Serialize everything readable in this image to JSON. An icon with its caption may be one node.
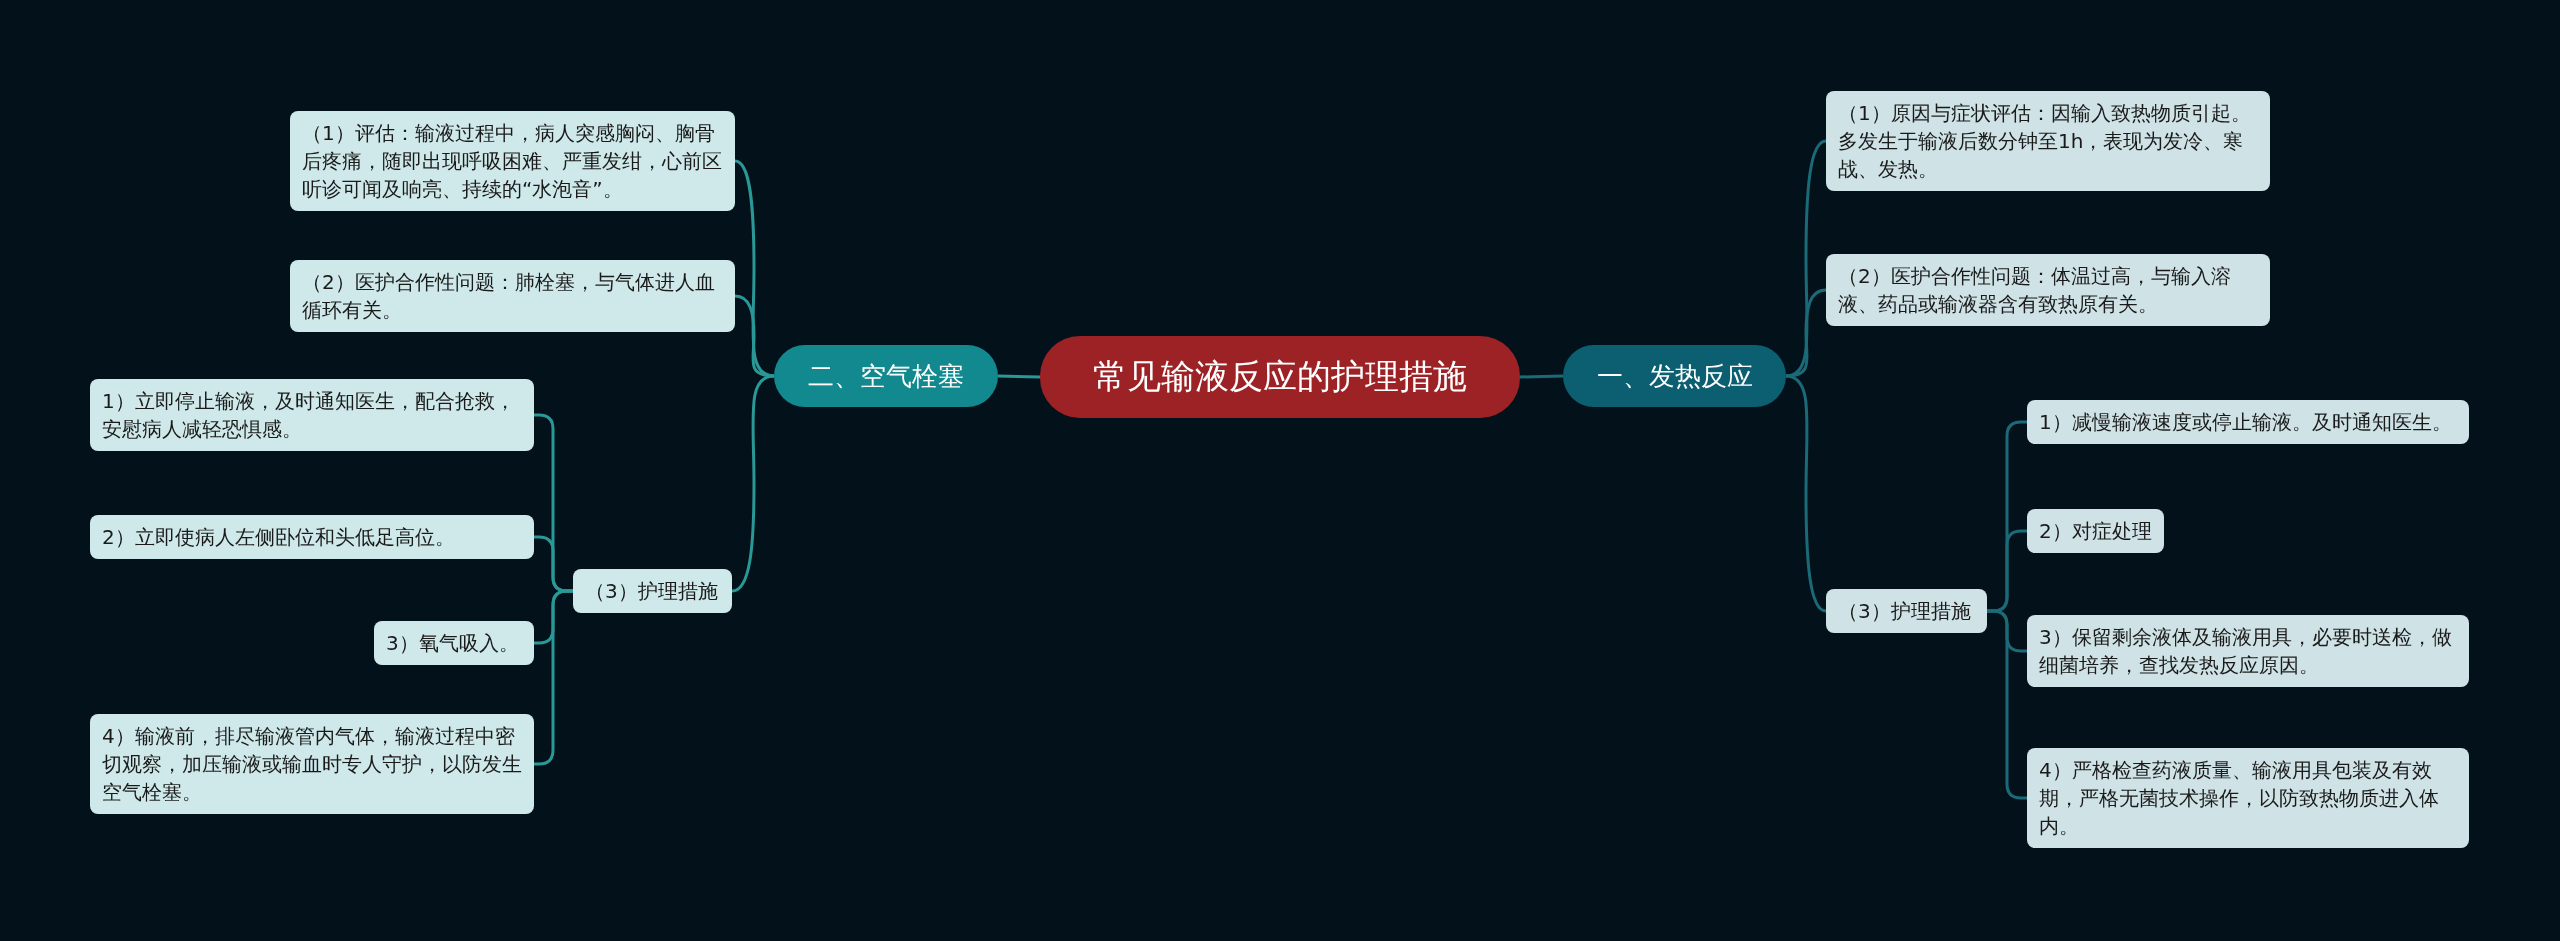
{
  "diagram": {
    "nodes": [
      {
        "text": [
          "常见输液反应的护理措施"
        ]
      },
      {
        "text": [
          "一、发热反应"
        ]
      },
      {
        "text": [
          "（1）原因与症状评估：因输入致热物质引起。多发生于输液后数分钟至1h，表现为发冷、寒战、发热。"
        ]
      },
      {
        "text": [
          "（2）医护合作性问题：体温过高，与输入溶液、药品或输液器含有致热原有关。"
        ]
      },
      {
        "text": [
          "（3）护理措施"
        ]
      },
      {
        "text": [
          "1）减慢输液速度或停止输液。及时通知医生。"
        ]
      },
      {
        "text": [
          "2）对症处理"
        ]
      },
      {
        "text": [
          "3）保留剩余液体及输液用具，必要时送检，做细菌培养，查找发热反应原因。"
        ]
      },
      {
        "text": [
          "4）严格检查药液质量、输液用具包装及有效期，严格无菌技术操作，以防致热物质进入体内。"
        ]
      },
      {
        "text": [
          "二、空气栓塞"
        ]
      },
      {
        "text": [
          "（1）评估：输液过程中，病人突感胸闷、胸骨后疼痛，随即出现呼吸困难、严重发绀，心前区听诊可闻及响亮、持续的“水泡音”。"
        ]
      },
      {
        "text": [
          "（2）医护合作性问题：肺栓塞，与气体进人血循环有关。"
        ]
      },
      {
        "text": [
          "（3）护理措施"
        ]
      },
      {
        "text": [
          "1）立即停止输液，及时通知医生，配合抢救，安慰病人减轻恐惧感。"
        ]
      },
      {
        "text": [
          "2）立即使病人左侧卧位和头低足高位。"
        ]
      },
      {
        "text": [
          "3）氧气吸入。"
        ]
      },
      {
        "text": [
          "4）输液前，排尽输液管内气体，输液过程中密切观察，加压输液或输血时专人守护，以防发生空气栓塞。"
        ]
      }
    ],
    "edges": [
      {
        "from": 0,
        "to": 1,
        "arrow": "none"
      },
      {
        "from": 1,
        "to": 2,
        "arrow": "none"
      },
      {
        "from": 1,
        "to": 3,
        "arrow": "none"
      },
      {
        "from": 1,
        "to": 4,
        "arrow": "none"
      },
      {
        "from": 4,
        "to": 5,
        "arrow": "none"
      },
      {
        "from": 4,
        "to": 6,
        "arrow": "none"
      },
      {
        "from": 4,
        "to": 7,
        "arrow": "none"
      },
      {
        "from": 4,
        "to": 8,
        "arrow": "none"
      },
      {
        "from": 0,
        "to": 9,
        "arrow": "none"
      },
      {
        "from": 9,
        "to": 10,
        "arrow": "none"
      },
      {
        "from": 9,
        "to": 11,
        "arrow": "none"
      },
      {
        "from": 9,
        "to": 12,
        "arrow": "none"
      },
      {
        "from": 12,
        "to": 13,
        "arrow": "none"
      },
      {
        "from": 12,
        "to": 14,
        "arrow": "none"
      },
      {
        "from": 12,
        "to": 15,
        "arrow": "none"
      },
      {
        "from": 12,
        "to": 16,
        "arrow": "none"
      }
    ]
  }
}
